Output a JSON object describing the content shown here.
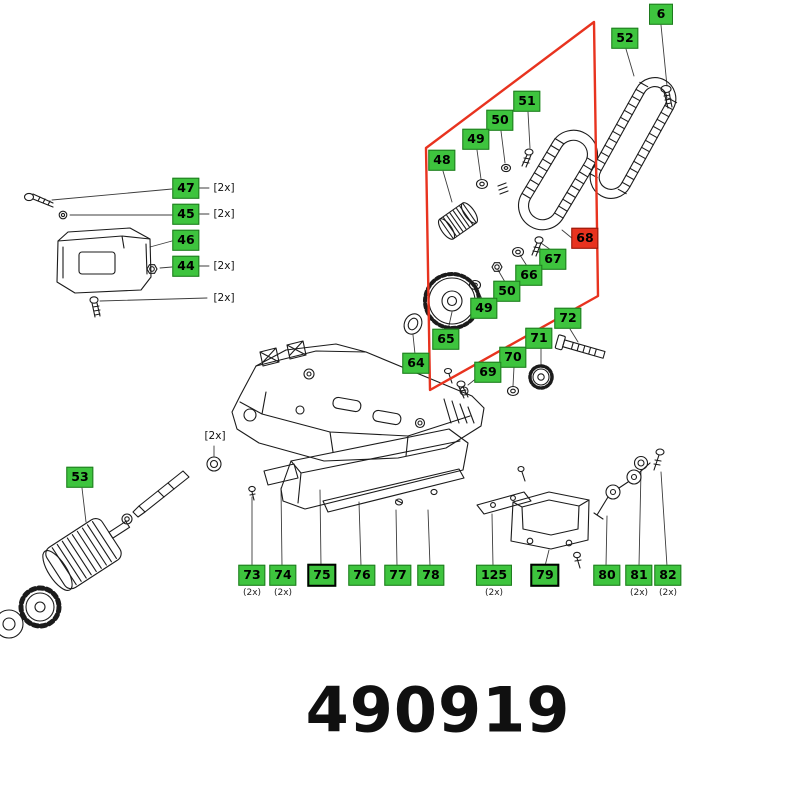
{
  "part_number": "490919",
  "highlighted_part": "68",
  "colors": {
    "badge_green": "#3EC43E",
    "badge_red": "#E8331F",
    "highlight_box": "#E8331F",
    "line_art": "#1B1B1B",
    "background": "#FFFFFF"
  },
  "badges": [
    {
      "label": "6"
    },
    {
      "label": "52"
    },
    {
      "label": "51"
    },
    {
      "label": "50"
    },
    {
      "label": "49"
    },
    {
      "label": "48"
    },
    {
      "label": "47",
      "qty": "[2x]"
    },
    {
      "label": "45",
      "qty": "[2x]"
    },
    {
      "label": "46"
    },
    {
      "label": "44",
      "qty": "[2x]"
    },
    {
      "label": "68",
      "highlighted": true
    },
    {
      "label": "67"
    },
    {
      "label": "66"
    },
    {
      "label": "50"
    },
    {
      "label": "49"
    },
    {
      "label": "65"
    },
    {
      "label": "64"
    },
    {
      "label": "72"
    },
    {
      "label": "71"
    },
    {
      "label": "70"
    },
    {
      "label": "69"
    },
    {
      "label": "53"
    },
    {
      "label": "73",
      "qty": "(2x)"
    },
    {
      "label": "74",
      "qty": "(2x)"
    },
    {
      "label": "75",
      "framed": true
    },
    {
      "label": "76"
    },
    {
      "label": "77"
    },
    {
      "label": "78"
    },
    {
      "label": "125",
      "qty": "(2x)"
    },
    {
      "label": "79",
      "framed": true
    },
    {
      "label": "80"
    },
    {
      "label": "81",
      "qty": "(2x)"
    },
    {
      "label": "82",
      "qty": "(2x)"
    }
  ],
  "unassigned_qty_labels": [
    {
      "text": "[2x]"
    },
    {
      "text": "[2x]"
    }
  ],
  "drawings": [
    "screw",
    "sanding-frame",
    "toothed-belt",
    "knurled-pulley",
    "washer",
    "toothed-pulley",
    "motor-housing",
    "hex-nut",
    "chassis",
    "sole-plate",
    "spindle",
    "motor-armature",
    "fan-gear",
    "cover-plate",
    "bracket",
    "spring-clip",
    "bolt",
    "gear",
    "retaining-ring"
  ]
}
